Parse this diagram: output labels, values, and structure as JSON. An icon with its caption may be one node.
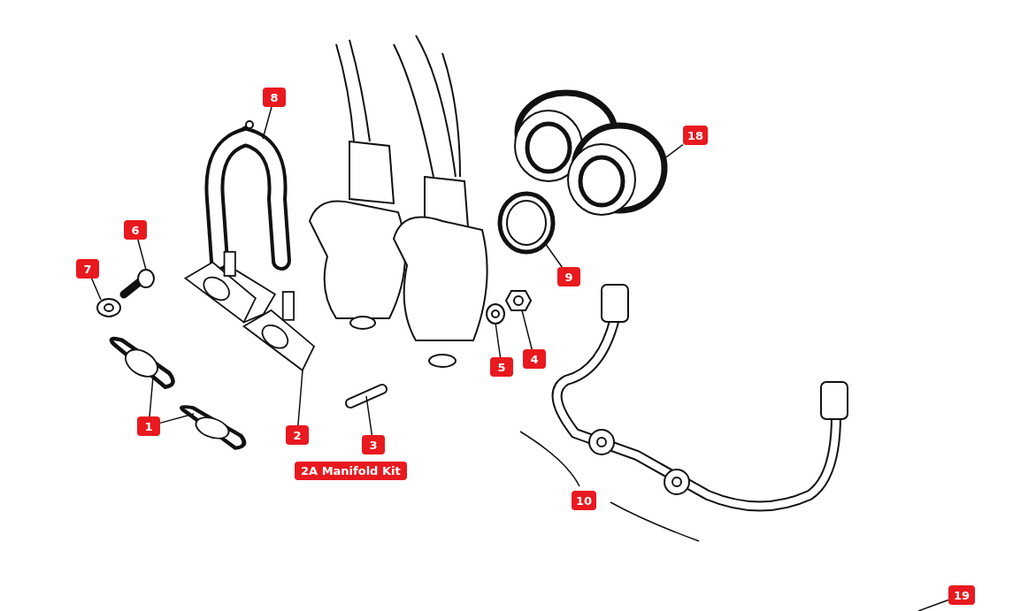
{
  "diagram": {
    "nodes": [
      {
        "text": [
          "8"
        ]
      },
      {
        "text": [],
        "shape": "picture"
      },
      {
        "text": [
          "18"
        ]
      },
      {
        "text": [],
        "shape": "picture"
      },
      {
        "text": [
          "6"
        ]
      },
      {
        "text": [],
        "shape": "picture"
      },
      {
        "text": [
          "7"
        ]
      },
      {
        "text": [],
        "shape": "picture"
      },
      {
        "text": [
          "9"
        ]
      },
      {
        "text": [],
        "shape": "picture"
      },
      {
        "text": [
          "4"
        ]
      },
      {
        "text": [],
        "shape": "picture"
      },
      {
        "text": [
          "5"
        ]
      },
      {
        "text": [],
        "shape": "picture"
      },
      {
        "text": [
          "1"
        ]
      },
      {
        "text": [],
        "shape": "picture"
      },
      {
        "text": [],
        "shape": "picture"
      },
      {
        "text": [
          "2"
        ]
      },
      {
        "text": [],
        "shape": "picture"
      },
      {
        "text": [
          "3"
        ]
      },
      {
        "text": [],
        "shape": "picture"
      },
      {
        "text": [
          "19"
        ]
      },
      {
        "text": [
          "10"
        ]
      }
    ],
    "edges": [
      {
        "from": 0,
        "to": 1,
        "arrow": "none"
      },
      {
        "from": 2,
        "to": 3,
        "arrow": "none"
      },
      {
        "from": 4,
        "to": 5,
        "arrow": "none"
      },
      {
        "from": 6,
        "to": 7,
        "arrow": "none"
      },
      {
        "from": 8,
        "to": 9,
        "arrow": "none"
      },
      {
        "from": 10,
        "to": 11,
        "arrow": "none"
      },
      {
        "from": 12,
        "to": 13,
        "arrow": "none"
      },
      {
        "from": 14,
        "to": 15,
        "arrow": "none"
      },
      {
        "from": 14,
        "to": 16,
        "arrow": "none"
      },
      {
        "from": 17,
        "to": 18,
        "arrow": "none"
      },
      {
        "from": 19,
        "to": 20,
        "arrow": "none"
      },
      {
        "from": 21,
        "to": null,
        "arrow": "none"
      }
    ],
    "labels": [
      "2A Manifold Kit"
    ]
  }
}
